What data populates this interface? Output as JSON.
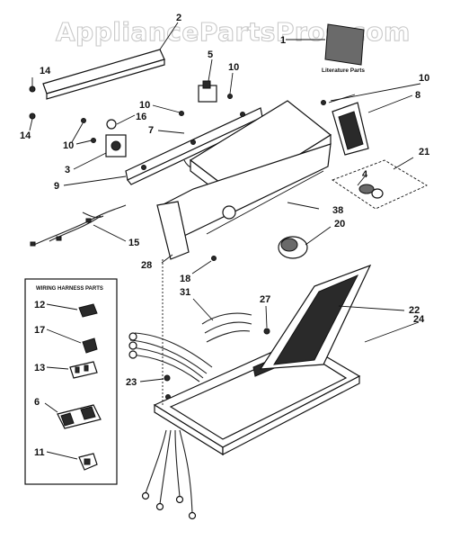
{
  "watermark": "AppliancePartsPros.com",
  "literature_label": "Literature Parts",
  "wiring_box_title": "WIRING HARNESS PARTS",
  "callouts": {
    "c1": "1",
    "c2": "2",
    "c3": "3",
    "c4": "4",
    "c5": "5",
    "c6": "6",
    "c7": "7",
    "c8": "8",
    "c9": "9",
    "c10a": "10",
    "c10b": "10",
    "c10c": "10",
    "c10d": "10",
    "c11": "11",
    "c12": "12",
    "c13": "13",
    "c14a": "14",
    "c14b": "14",
    "c15": "15",
    "c16": "16",
    "c17": "17",
    "c18": "18",
    "c20": "20",
    "c21": "21",
    "c22": "22",
    "c23": "23",
    "c24": "24",
    "c27": "27",
    "c28": "28",
    "c31": "31",
    "c38": "38"
  }
}
